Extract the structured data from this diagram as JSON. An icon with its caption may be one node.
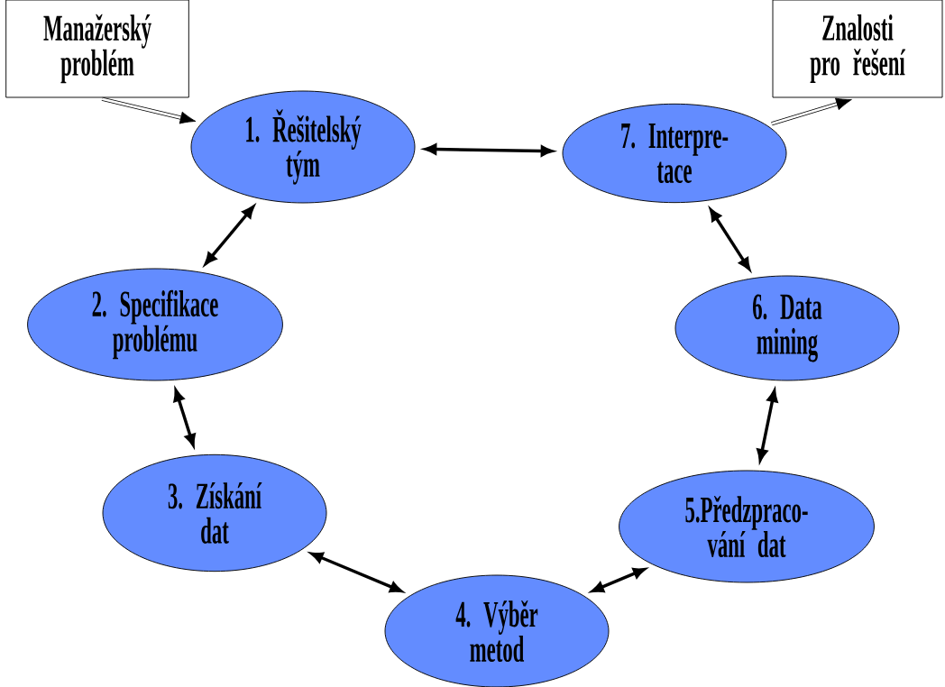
{
  "diagram": {
    "nodes": [
      {
        "text": [
          "Manažerský problém"
        ]
      },
      {
        "text": [
          "Znalosti pro řešení"
        ]
      },
      {
        "text": [
          "1. Řešitelský tým"
        ]
      },
      {
        "text": [
          "2. Specifikace problému"
        ]
      },
      {
        "text": [
          "3. Získání dat"
        ]
      },
      {
        "text": [
          "4. Výběr metod"
        ]
      },
      {
        "text": [
          "5.Předzpraco- vání dat"
        ]
      },
      {
        "text": [
          "6. Data mining"
        ]
      },
      {
        "text": [
          "7. Interpre- tace"
        ]
      }
    ],
    "edges": [
      {
        "from": 0,
        "to": 2,
        "arrow": "to"
      },
      {
        "from": 2,
        "to": 8,
        "arrow": "both"
      },
      {
        "from": 8,
        "to": 1,
        "arrow": "to"
      },
      {
        "from": 2,
        "to": 3,
        "arrow": "both"
      },
      {
        "from": 3,
        "to": 4,
        "arrow": "both"
      },
      {
        "from": 4,
        "to": 5,
        "arrow": "both"
      },
      {
        "from": 5,
        "to": 6,
        "arrow": "both"
      },
      {
        "from": 6,
        "to": 7,
        "arrow": "both"
      },
      {
        "from": 7,
        "to": 8,
        "arrow": "both"
      }
    ]
  }
}
